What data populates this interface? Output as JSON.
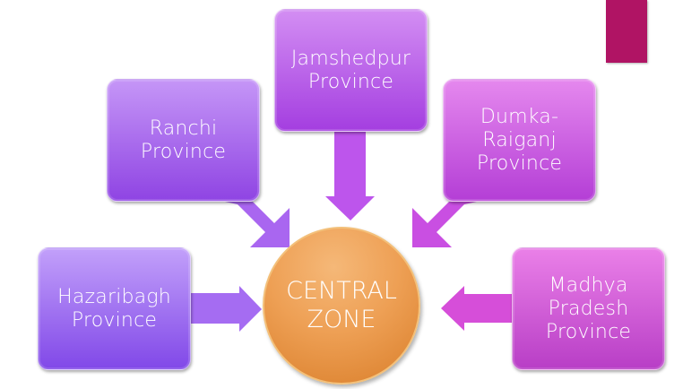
{
  "diagram": {
    "type": "hub-and-spoke",
    "accent_color": "#b01464",
    "center": {
      "label": "CENTRAL\nZONE",
      "color": "#eea055"
    },
    "nodes": [
      {
        "id": "ranchi",
        "label": "Ranchi\nProvince",
        "color": "#a869ee"
      },
      {
        "id": "jamshedpur",
        "label": "Jamshedpur\nProvince",
        "color": "#bd63ea"
      },
      {
        "id": "dumka",
        "label": "Dumka-\nRaiganj\nProvince",
        "color": "#cc60e2"
      },
      {
        "id": "hazaribagh",
        "label": "Hazaribagh\nProvince",
        "color": "#a172f1"
      },
      {
        "id": "madhya",
        "label": "Madhya\nPradesh\nProvince",
        "color": "#d75ed8"
      }
    ],
    "edges": [
      {
        "from": "ranchi",
        "to": "center"
      },
      {
        "from": "jamshedpur",
        "to": "center"
      },
      {
        "from": "dumka",
        "to": "center"
      },
      {
        "from": "hazaribagh",
        "to": "center"
      },
      {
        "from": "madhya",
        "to": "center"
      }
    ]
  }
}
